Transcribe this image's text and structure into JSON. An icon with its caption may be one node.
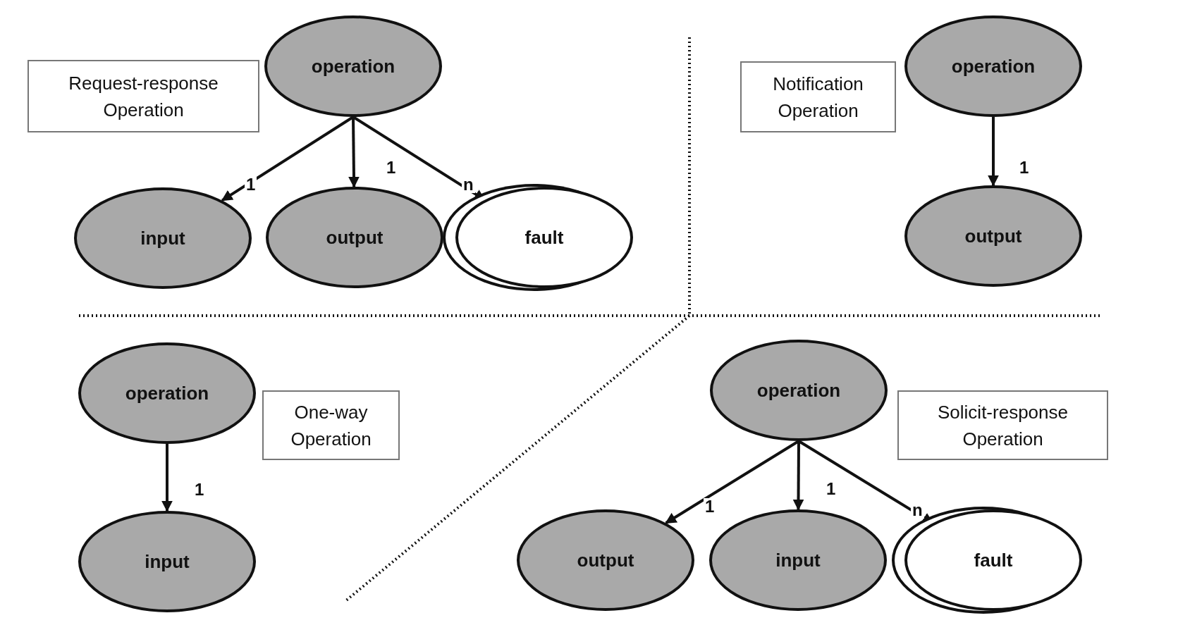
{
  "diagram": {
    "nodes": [
      {
        "text": [
          "Request-response Operation"
        ]
      },
      {
        "text": [
          "operation"
        ]
      },
      {
        "text": [
          "input"
        ]
      },
      {
        "text": [
          "output"
        ]
      },
      {
        "text": [
          "fault"
        ]
      },
      {
        "text": [
          "Notification Operation"
        ]
      },
      {
        "text": [
          "operation"
        ]
      },
      {
        "text": [
          "output"
        ]
      },
      {
        "text": [
          "operation"
        ]
      },
      {
        "text": [
          "One-way Operation"
        ]
      },
      {
        "text": [
          "operation"
        ]
      },
      {
        "text": [
          "Solicit-response Operation"
        ]
      },
      {
        "text": [
          "input"
        ]
      },
      {
        "text": [
          "output"
        ]
      },
      {
        "text": [
          "input"
        ]
      },
      {
        "text": [
          "fault"
        ]
      }
    ],
    "edges": [
      {
        "from": 1,
        "to": 2,
        "arrow": "to",
        "label": "1"
      },
      {
        "from": 1,
        "to": 3,
        "arrow": "to",
        "label": "1"
      },
      {
        "from": 1,
        "to": 4,
        "arrow": "to",
        "label": "n"
      },
      {
        "from": 6,
        "to": 7,
        "arrow": "to",
        "label": "1"
      },
      {
        "from": 8,
        "to": 12,
        "arrow": "to",
        "label": "1"
      },
      {
        "from": 10,
        "to": 13,
        "arrow": "to",
        "label": "1"
      },
      {
        "from": 10,
        "to": 14,
        "arrow": "to",
        "label": "1"
      },
      {
        "from": 10,
        "to": 15,
        "arrow": "to",
        "label": "n"
      }
    ]
  }
}
